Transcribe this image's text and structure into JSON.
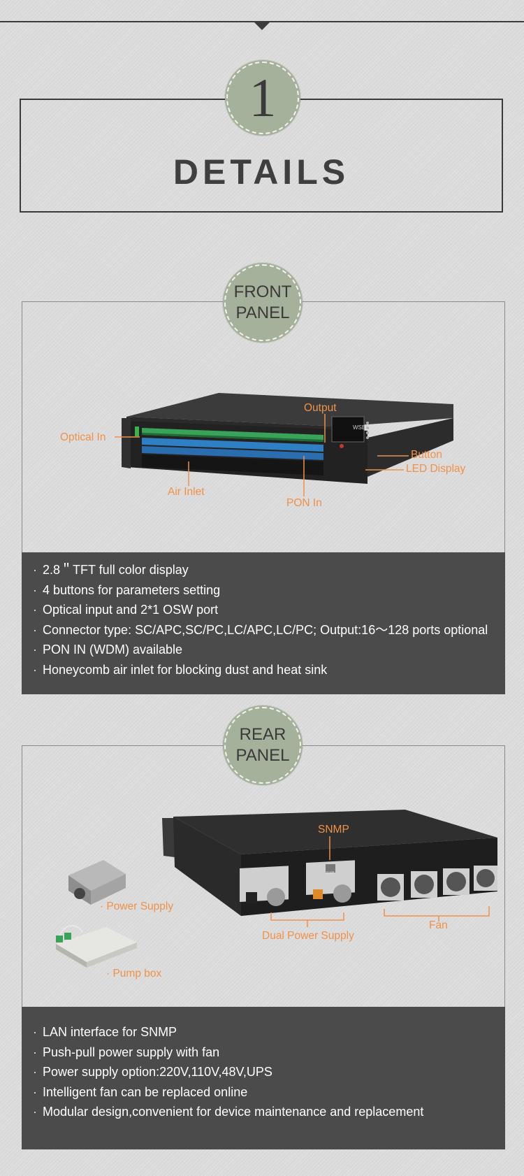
{
  "details": {
    "number": "1",
    "title": "DETAILS"
  },
  "front_panel": {
    "badge": [
      "FRONT",
      "PANEL"
    ],
    "callouts": {
      "optical_in": "Optical In",
      "output": "Output",
      "button": "Button",
      "led_display": "LED Display",
      "air_inlet": "Air Inlet",
      "pon_in": "PON In"
    },
    "device_brand": "WSEE",
    "features": [
      "2.8＂TFT full color display",
      "4 buttons for parameters setting",
      "Optical input and 2*1 OSW port",
      "Connector type: SC/APC,SC/PC,LC/APC,LC/PC; Output:16～128 ports optional",
      "PON IN (WDM) available",
      "Honeycomb air inlet for blocking dust and heat sink"
    ]
  },
  "rear_panel": {
    "badge": [
      "REAR",
      "PANEL"
    ],
    "callouts": {
      "snmp": "SNMP",
      "dual_power_supply": "Dual Power Supply",
      "fan": "Fan",
      "power_supply": "· Power Supply",
      "pump_box": "· Pump box"
    },
    "port_label": "RJ45",
    "features": [
      "LAN interface for SNMP",
      "Push-pull power supply with fan",
      "Power supply option:220V,110V,48V,UPS",
      "Intelligent fan can be replaced online",
      "Modular design,convenient for device maintenance and replacement"
    ]
  },
  "colors": {
    "callout": "#f0914a",
    "badge": "#a6b19b",
    "feature_bg": "#4b4b4b"
  }
}
